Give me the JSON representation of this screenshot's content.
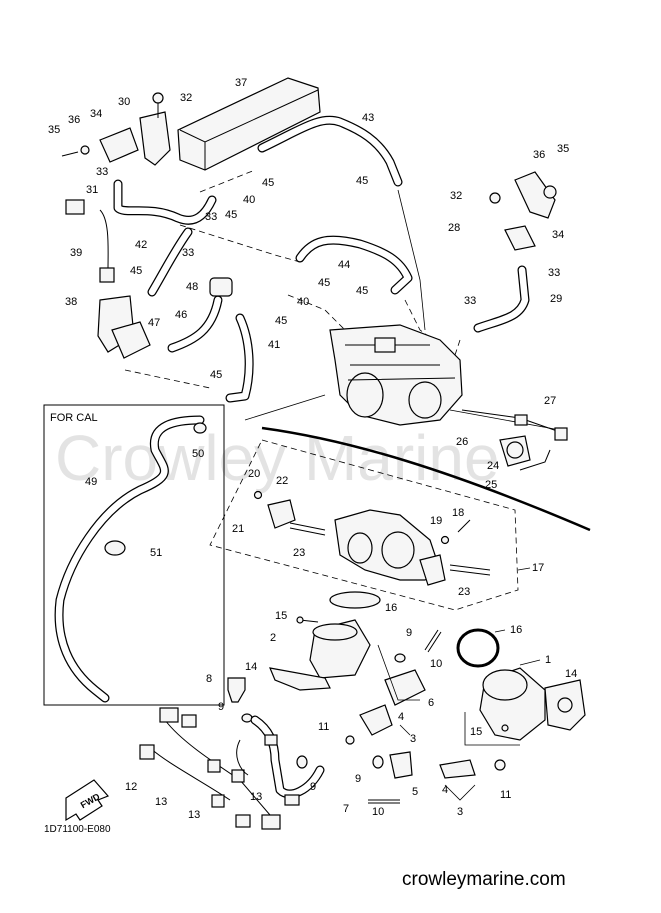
{
  "diagram": {
    "drawing_code": "1D71100-E080",
    "footer_site": "crowleymarine.com",
    "watermark": "Crowley Marine",
    "inset_title": "FOR CAL",
    "fwd_label": "FWD",
    "labels": [
      "1",
      "2",
      "3",
      "3",
      "4",
      "4",
      "5",
      "6",
      "7",
      "8",
      "9",
      "9",
      "9",
      "9",
      "10",
      "10",
      "11",
      "11",
      "12",
      "13",
      "13",
      "13",
      "14",
      "14",
      "15",
      "15",
      "16",
      "16",
      "17",
      "18",
      "19",
      "20",
      "21",
      "22",
      "23",
      "23",
      "24",
      "25",
      "26",
      "27",
      "28",
      "29",
      "30",
      "31",
      "32",
      "32",
      "33",
      "33",
      "33",
      "33",
      "33",
      "34",
      "34",
      "35",
      "35",
      "36",
      "36",
      "37",
      "38",
      "39",
      "40",
      "40",
      "41",
      "42",
      "43",
      "44",
      "45",
      "45",
      "45",
      "45",
      "45",
      "45",
      "45",
      "45",
      "46",
      "47",
      "48",
      "49",
      "50",
      "51"
    ]
  }
}
